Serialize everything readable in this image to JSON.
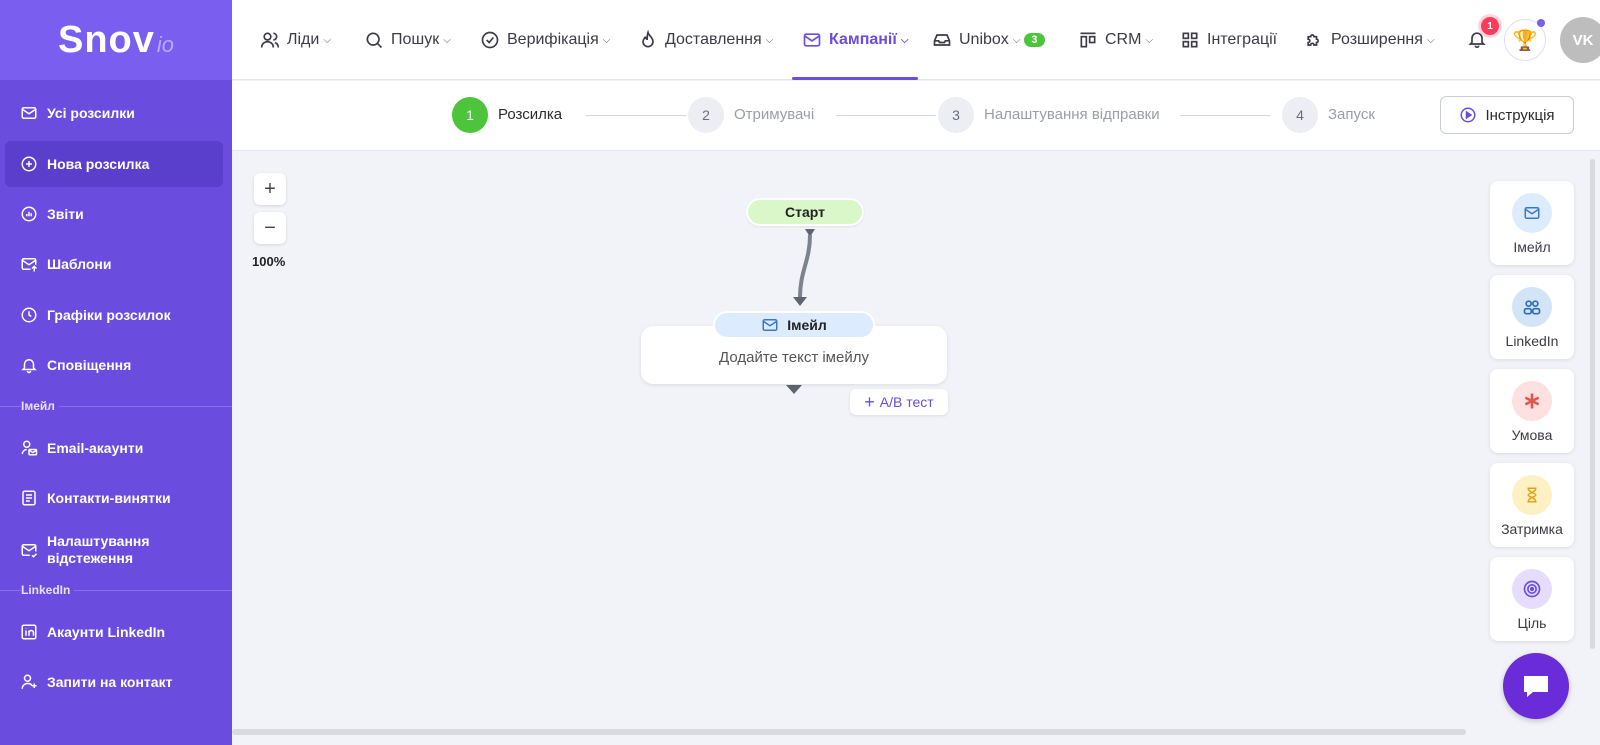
{
  "brand": {
    "name": "Snov",
    "suffix": "io"
  },
  "sidebar": {
    "items": [
      {
        "label": "Усі розсилки",
        "icon": "mail-icon"
      },
      {
        "label": "Нова розсилка",
        "icon": "plus-circle-icon",
        "active": true
      },
      {
        "label": "Звіти",
        "icon": "chart-circle-icon"
      },
      {
        "label": "Шаблони",
        "icon": "mail-upload-icon"
      },
      {
        "label": "Графіки розсилок",
        "icon": "clock-icon"
      },
      {
        "label": "Сповіщення",
        "icon": "bell-icon"
      }
    ],
    "section_email": "Імейл",
    "email_items": [
      {
        "label": "Email-акаунти",
        "icon": "user-mail-icon"
      },
      {
        "label": "Контакти-винятки",
        "icon": "list-doc-icon"
      },
      {
        "label": "Налаштування відстеження",
        "icon": "mail-check-icon"
      }
    ],
    "section_linkedin": "LinkedIn",
    "linkedin_items": [
      {
        "label": "Акаунти LinkedIn",
        "icon": "linkedin-icon"
      },
      {
        "label": "Запити на контакт",
        "icon": "user-add-icon"
      }
    ]
  },
  "topnav": {
    "items": [
      {
        "label": "Ліди",
        "icon": "users-icon"
      },
      {
        "label": "Пошук",
        "icon": "search-icon"
      },
      {
        "label": "Верифікація",
        "icon": "check-circle-icon"
      },
      {
        "label": "Доставлення",
        "icon": "flame-icon"
      },
      {
        "label": "Кампанії",
        "icon": "mail-icon",
        "active": true
      },
      {
        "label": "Unibox",
        "icon": "inbox-icon",
        "badge": "3"
      },
      {
        "label": "CRM",
        "icon": "crm-icon"
      },
      {
        "label": "Інтеграції",
        "icon": "grid-icon"
      },
      {
        "label": "Розширення",
        "icon": "puzzle-icon"
      }
    ],
    "notifications_count": "1",
    "avatar_initials": "VK"
  },
  "stepper": {
    "steps": [
      {
        "num": "1",
        "label": "Розсилка"
      },
      {
        "num": "2",
        "label": "Отримувачі"
      },
      {
        "num": "3",
        "label": "Налаштування відправки"
      },
      {
        "num": "4",
        "label": "Запуск"
      }
    ],
    "instruction_label": "Інструкція"
  },
  "canvas": {
    "zoom_in": "+",
    "zoom_out": "−",
    "zoom_level": "100%",
    "start_label": "Старт",
    "email_node_title": "Імейл",
    "email_node_placeholder": "Додайте текст імейлу",
    "ab_test_label": "A/B тест"
  },
  "palette": [
    {
      "label": "Імейл",
      "icon": "mail-icon",
      "color": "#dcebfd"
    },
    {
      "label": "LinkedIn",
      "icon": "linkedin-people-icon",
      "color": "#d4e4f7"
    },
    {
      "label": "Умова",
      "icon": "asterisk-icon",
      "color": "#fde0e0"
    },
    {
      "label": "Затримка",
      "icon": "hourglass-icon",
      "color": "#fdf1c4"
    },
    {
      "label": "Ціль",
      "icon": "target-icon",
      "color": "#e5ddfb"
    }
  ],
  "colors": {
    "accent": "#6a4dde",
    "success": "#4cc43c",
    "danger": "#ff3b5c"
  }
}
